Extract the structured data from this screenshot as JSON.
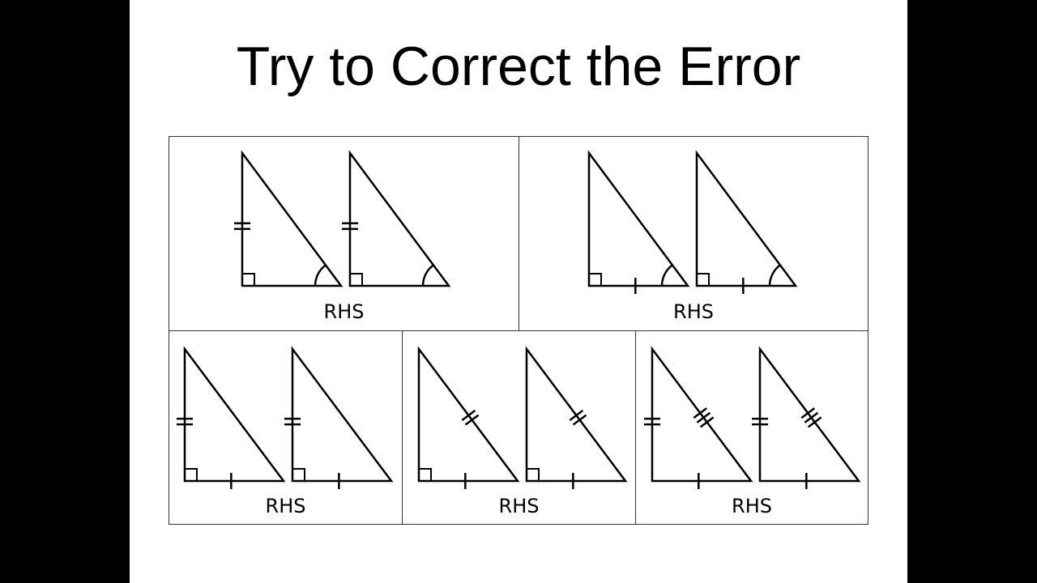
{
  "slide": {
    "title": "Try to Correct the Error",
    "background": "#ffffff",
    "letterbox": "#000000",
    "panels": [
      {
        "id": 1,
        "label": "RHS",
        "marks": [
          "right-angle",
          "leg-vertical-double-tick",
          "acute-angle-arc"
        ]
      },
      {
        "id": 2,
        "label": "RHS",
        "marks": [
          "right-angle",
          "leg-horizontal-single-tick",
          "acute-angle-arc"
        ]
      },
      {
        "id": 3,
        "label": "RHS",
        "marks": [
          "right-angle",
          "leg-vertical-double-tick",
          "leg-horizontal-single-tick"
        ]
      },
      {
        "id": 4,
        "label": "RHS",
        "marks": [
          "right-angle",
          "hypotenuse-double-tick",
          "leg-horizontal-single-tick"
        ]
      },
      {
        "id": 5,
        "label": "RHS",
        "marks": [
          "leg-vertical-double-tick",
          "hypotenuse-triple-tick",
          "leg-horizontal-single-tick"
        ]
      }
    ]
  }
}
